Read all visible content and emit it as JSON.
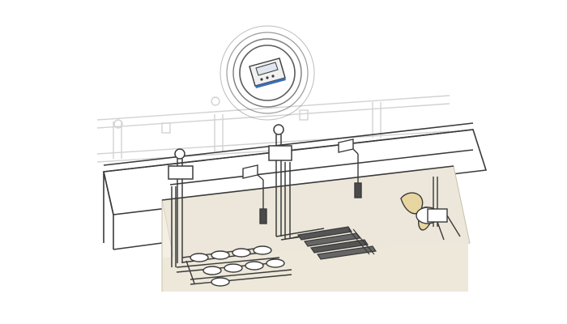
{
  "illustration": {
    "controller_screen_text": "",
    "colors": {
      "background": "#ffffff",
      "outline": "#3a3a3a",
      "faded_outline": "#d2d2d2",
      "basin_wall": "#ece7da",
      "basin_floor": "#f3efe4",
      "controller_accent": "#3b6fb5",
      "signal_ring": "#5a5a5a",
      "mixer_blade": "#e8d6a0"
    },
    "components": [
      "wireless-controller",
      "riser-pipe-left",
      "riser-pipe-center",
      "sensor-left",
      "sensor-right",
      "disc-diffuser-grid",
      "tube-diffuser-grid",
      "submersible-mixer"
    ]
  }
}
